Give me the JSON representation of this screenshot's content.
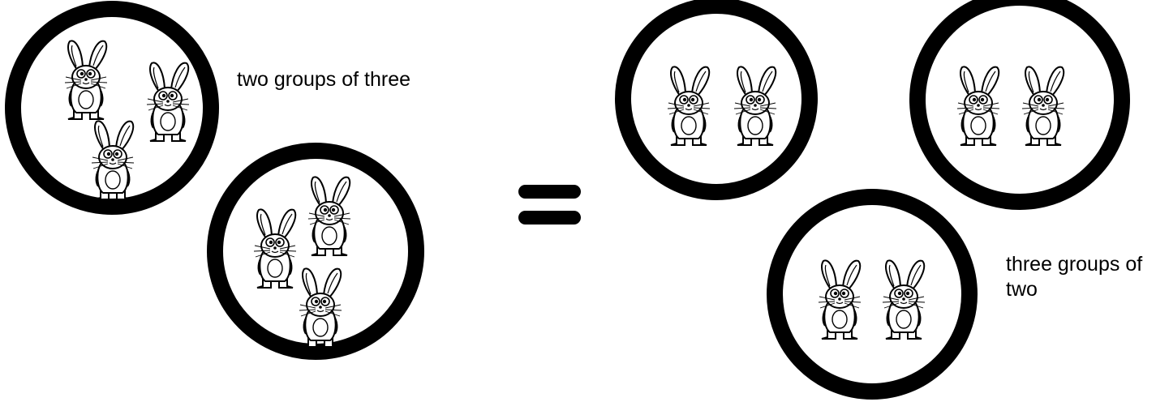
{
  "captions": {
    "left": "two groups of three",
    "right": "three groups of two"
  },
  "equals_sign": "=",
  "colors": {
    "ink": "#000000",
    "paper": "#ffffff"
  },
  "groups": {
    "left": [
      {
        "count": 3
      },
      {
        "count": 3
      }
    ],
    "right": [
      {
        "count": 2
      },
      {
        "count": 2
      },
      {
        "count": 2
      }
    ]
  },
  "icon": "rabbit-icon"
}
